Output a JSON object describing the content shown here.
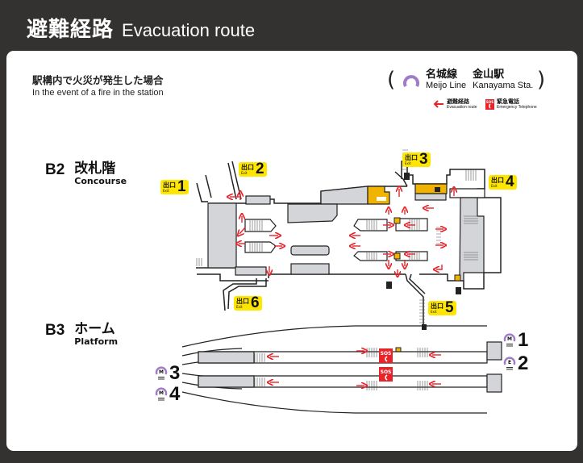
{
  "header": {
    "title_jp": "避難経路",
    "title_en": "Evacuation route"
  },
  "intro": {
    "jp": "駅構内で火災が発生した場合",
    "en": "In the event of a fire in the station"
  },
  "station": {
    "line_jp": "名城線",
    "line_en": "Meijo Line",
    "station_jp": "金山駅",
    "station_en": "Kanayama Sta.",
    "line_color": "#a07cc8"
  },
  "legend": [
    {
      "icon": "evacuation-arrow-icon",
      "jp": "避難経路",
      "en": "Evacuation route"
    },
    {
      "icon": "sos-telephone-icon",
      "jp": "緊急電話",
      "en": "Emergency Telephone"
    }
  ],
  "floors": {
    "b2": {
      "code": "B2",
      "jp": "改札階",
      "en": "Concourse"
    },
    "b3": {
      "code": "B3",
      "jp": "ホーム",
      "en": "Platform"
    }
  },
  "exits": [
    {
      "jp": "出口",
      "en": "Exit",
      "number": "1"
    },
    {
      "jp": "出口",
      "en": "Exit",
      "number": "2"
    },
    {
      "jp": "出口",
      "en": "Exit",
      "number": "3"
    },
    {
      "jp": "出口",
      "en": "Exit",
      "number": "4"
    },
    {
      "jp": "出口",
      "en": "Exit",
      "number": "5"
    },
    {
      "jp": "出口",
      "en": "Exit",
      "number": "6"
    }
  ],
  "tracks": [
    {
      "number": "1",
      "line_letter": "M",
      "line_color": "#a07cc8"
    },
    {
      "number": "2",
      "line_letter": "E",
      "line_color": "#a07cc8"
    },
    {
      "number": "3",
      "line_letter": "M",
      "line_color": "#a07cc8"
    },
    {
      "number": "4",
      "line_letter": "M",
      "line_color": "#a07cc8"
    }
  ],
  "sos_label": "SOS",
  "colors": {
    "route": "#e8242b",
    "facility": "#f0b400",
    "exit_badge": "#ffe600",
    "wall_fill": "#d4d5d8",
    "background": "#333230"
  }
}
